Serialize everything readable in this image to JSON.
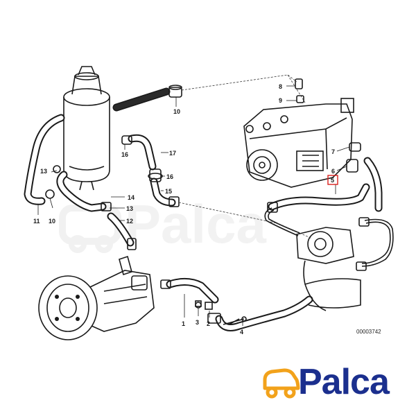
{
  "diagram": {
    "part_labels": [
      "1",
      "2",
      "3",
      "4",
      "5",
      "6",
      "7",
      "8",
      "9",
      "10",
      "10",
      "11",
      "12",
      "13",
      "13",
      "14",
      "15",
      "16",
      "16",
      "17"
    ],
    "reference_number": "00003742"
  },
  "brand": {
    "name": "Palca",
    "color": "#1b2f8e",
    "accent_color": "#f2a21b",
    "icon": "car-icon"
  }
}
